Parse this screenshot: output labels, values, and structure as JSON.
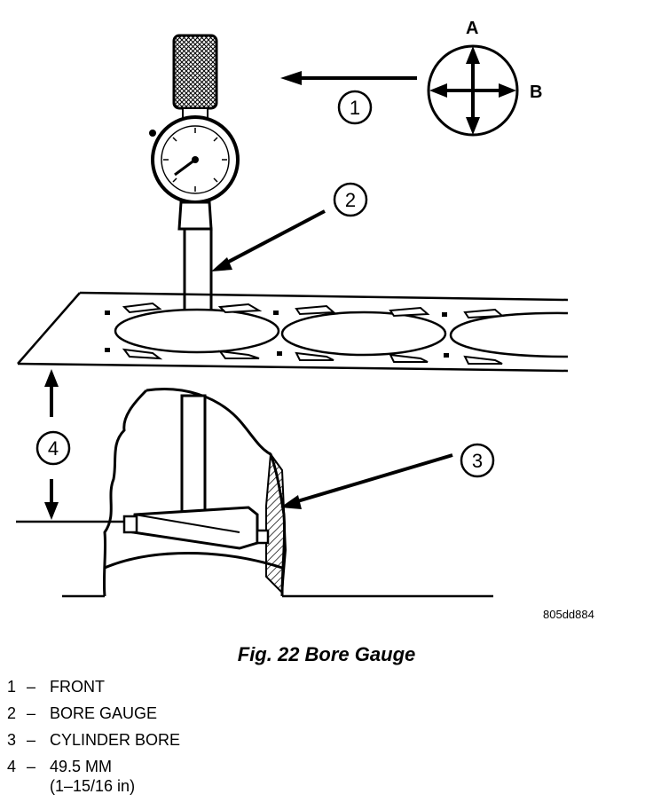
{
  "figure": {
    "direction_labels": {
      "a": "A",
      "b": "B"
    },
    "callouts": [
      "1",
      "2",
      "3",
      "4"
    ],
    "reference_code": "805dd884"
  },
  "caption": "Fig. 22 Bore Gauge",
  "legend": [
    {
      "number": "1",
      "dash": "–",
      "text": "FRONT"
    },
    {
      "number": "2",
      "dash": "–",
      "text": "BORE GAUGE"
    },
    {
      "number": "3",
      "dash": "–",
      "text": "CYLINDER BORE"
    },
    {
      "number": "4",
      "dash": "–",
      "text": "49.5 MM\n(1–15/16 in)"
    }
  ]
}
